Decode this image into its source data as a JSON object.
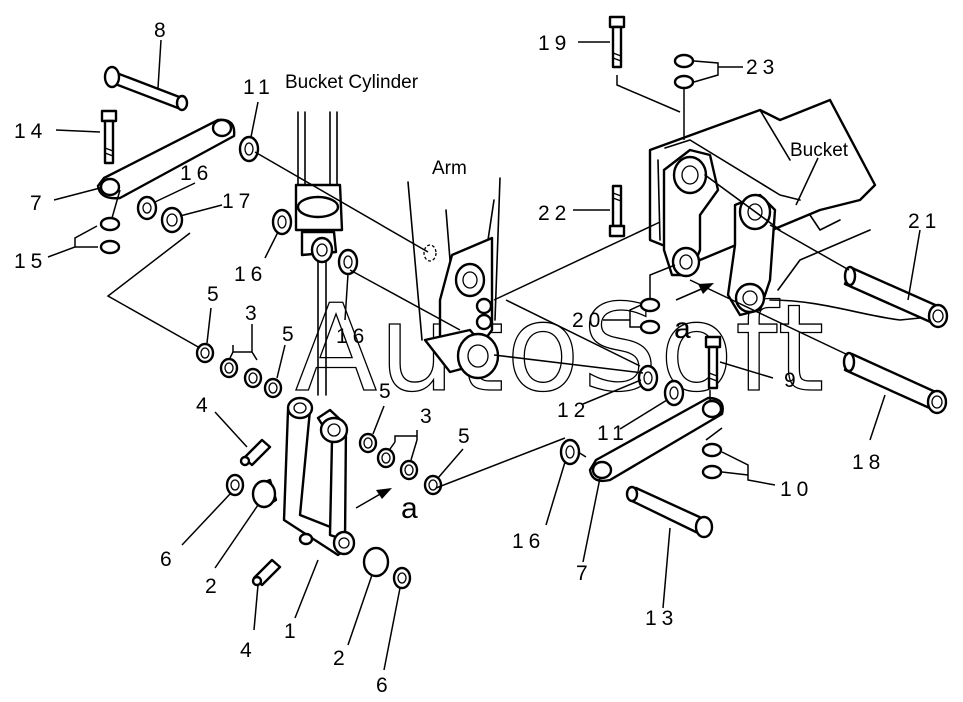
{
  "labels": {
    "bucket_cylinder": "Bucket Cylinder",
    "arm": "Arm",
    "bucket": "Bucket",
    "watermark": "AutoSoft",
    "ref_a": "a"
  },
  "callouts": {
    "c8": "8",
    "c14": "14",
    "c7a": "7",
    "c15": "15",
    "c16a": "16",
    "c17": "17",
    "c11a": "11",
    "c16b": "16",
    "c16c": "16",
    "c5a": "5",
    "c3a": "3",
    "c5b": "5",
    "c4a": "4",
    "c6a": "6",
    "c2a": "2",
    "c1": "1",
    "c4b": "4",
    "c2b": "2",
    "c6b": "6",
    "c5c": "5",
    "c3b": "3",
    "c5d": "5",
    "c19": "19",
    "c23": "23",
    "c22": "22",
    "c20": "20",
    "c21": "21",
    "c18": "18",
    "c9": "9",
    "c12": "12",
    "c11b": "11",
    "c10": "10",
    "c16d": "16",
    "c7b": "7",
    "c13": "13"
  }
}
